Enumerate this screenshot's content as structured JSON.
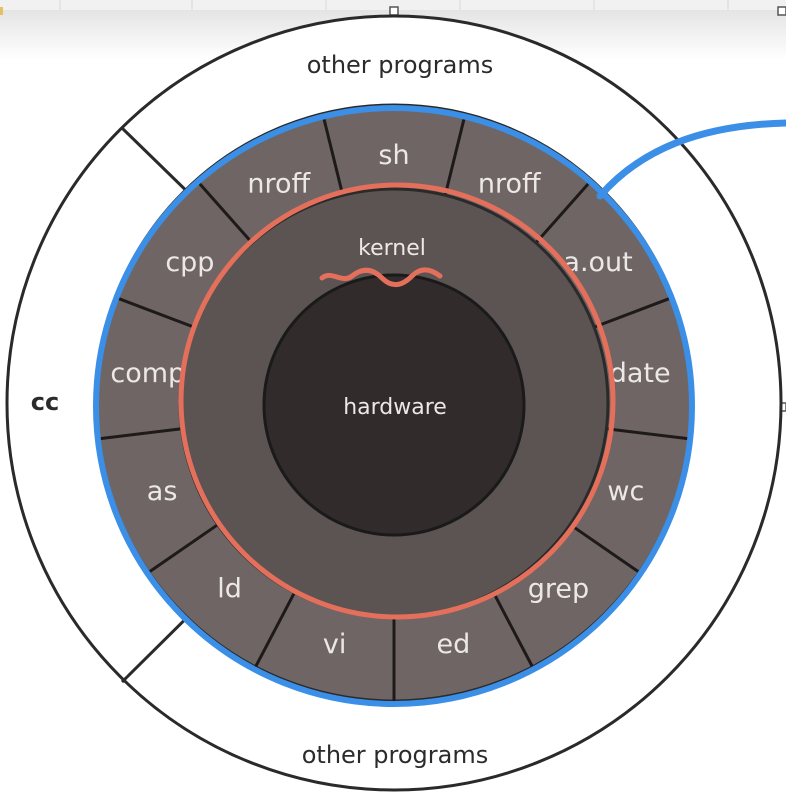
{
  "diagram": {
    "outer_ring": {
      "top_label": "other programs",
      "bottom_label": "other programs",
      "left_label": "cc"
    },
    "shell_programs": [
      "sh",
      "nroff",
      "a.out",
      "date",
      "wc",
      "grep",
      "ed",
      "vi",
      "ld",
      "as",
      "comp",
      "cpp",
      "nroff"
    ],
    "kernel_label": "kernel",
    "hardware_label": "hardware",
    "colors": {
      "segment_fill": "#6f6565",
      "kernel_fill": "#5c5353",
      "hardware_fill": "#322b2b",
      "blue_annotation": "#3b8fe6",
      "red_annotation": "#e4705c"
    }
  }
}
